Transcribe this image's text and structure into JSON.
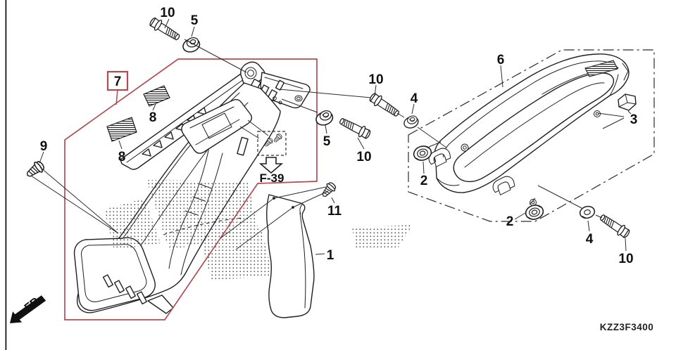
{
  "diagram": {
    "page_code": "KZZ3F3400",
    "front_marker": "FR.",
    "frame_ref": "F-39",
    "boxed_callout": "7",
    "colors": {
      "line": "#1f1f1f",
      "highlight_red": "#b04d52"
    },
    "callouts": [
      {
        "id": "top-bolt",
        "label": "10"
      },
      {
        "id": "top-collar",
        "label": "5"
      },
      {
        "id": "pad-upper",
        "label": "8"
      },
      {
        "id": "pad-lower",
        "label": "8"
      },
      {
        "id": "left-screw",
        "label": "9"
      },
      {
        "id": "mid-collar",
        "label": "5"
      },
      {
        "id": "mid-bolt",
        "label": "10"
      },
      {
        "id": "flap-screw",
        "label": "11"
      },
      {
        "id": "mud-flap",
        "label": "1"
      },
      {
        "id": "right-top-bolt",
        "label": "10"
      },
      {
        "id": "right-collar",
        "label": "4"
      },
      {
        "id": "right-grommet-upper",
        "label": "2"
      },
      {
        "id": "rear-fender",
        "label": "6"
      },
      {
        "id": "rubber-cap",
        "label": "3"
      },
      {
        "id": "right-grommet-lower",
        "label": "2"
      },
      {
        "id": "right-washer",
        "label": "4"
      },
      {
        "id": "right-bottom-bolt",
        "label": "10"
      }
    ]
  }
}
